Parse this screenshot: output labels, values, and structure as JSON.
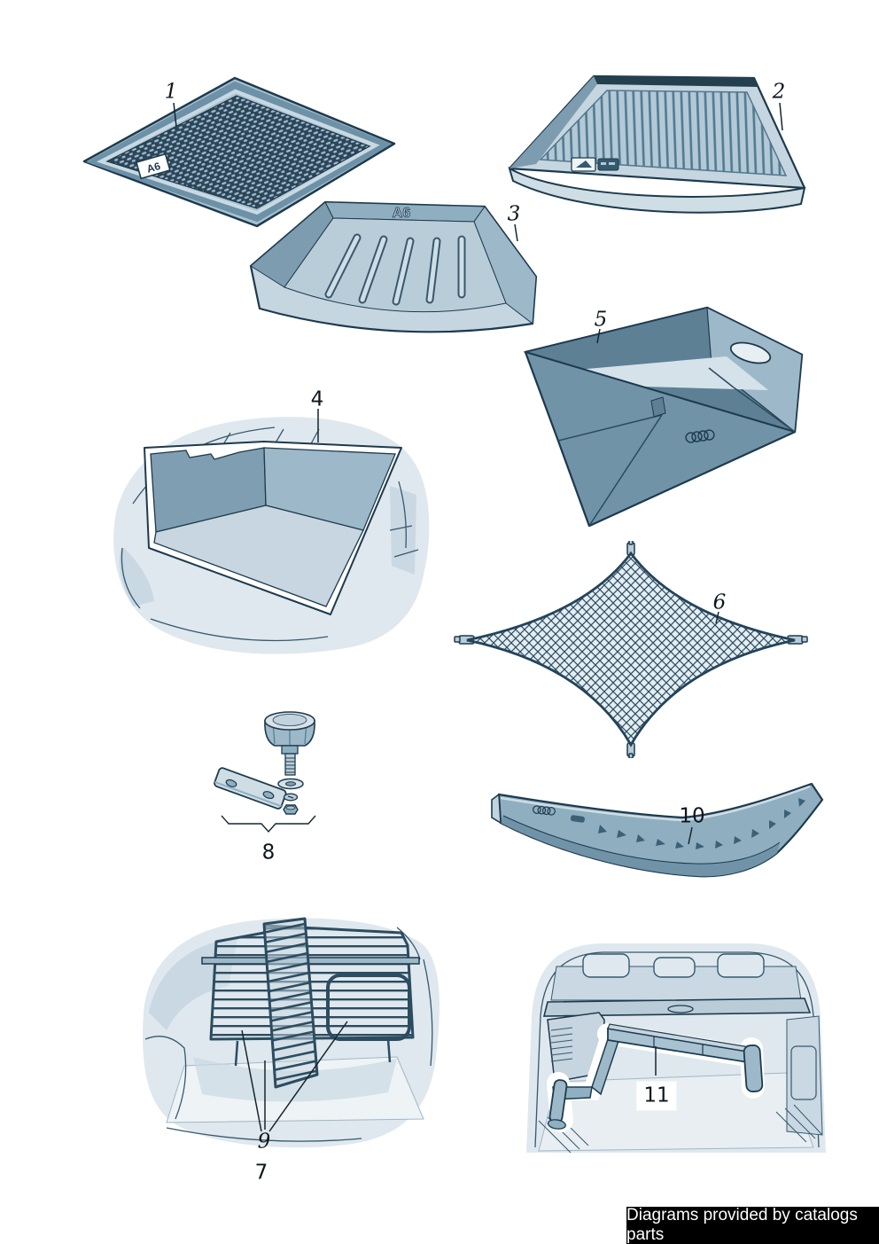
{
  "palette": {
    "ink": "#1e3a4d",
    "steel": "#7093a8",
    "mid": "#9fbac9",
    "light": "#dfe8ee"
  },
  "badges": {
    "item1": "A6",
    "item3": "A6"
  },
  "callouts": {
    "c1": "1",
    "c2": "2",
    "c3": "3",
    "c4": "4",
    "c5": "5",
    "c6": "6",
    "c7": "7",
    "c8": "8",
    "c9": "9",
    "c10": "10",
    "c11": "11"
  },
  "banner": {
    "text": "Diagrams provided by catalogs parts"
  }
}
